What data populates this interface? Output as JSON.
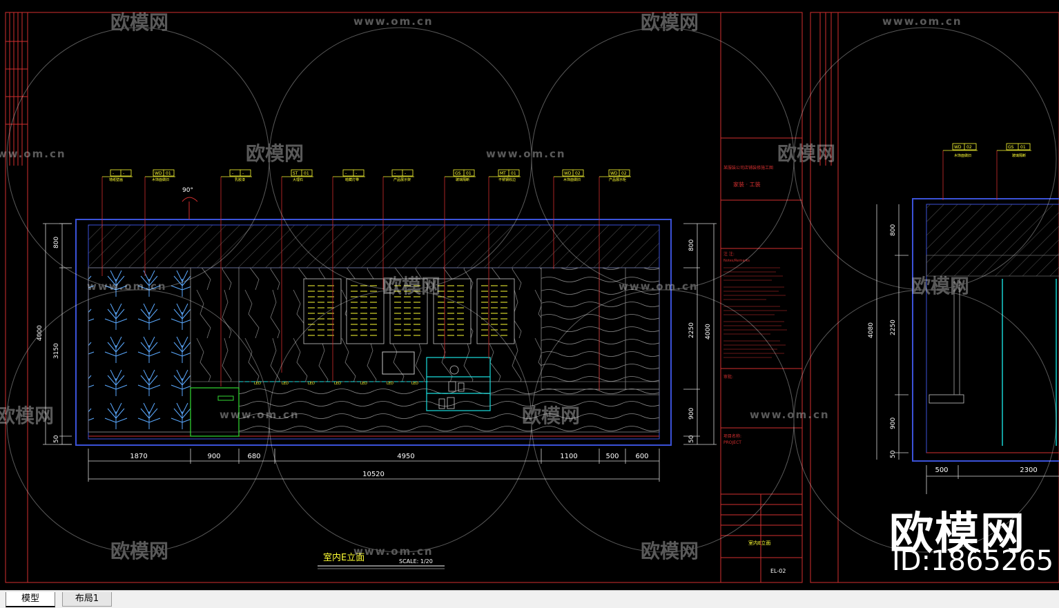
{
  "drawing": {
    "left_elevation": {
      "title": "室内E立面",
      "scale": "SCALE: 1/20",
      "door_swing": "90°",
      "material_tags": [
        {
          "code": "-",
          "num": "-",
          "label": "墙纸壁画"
        },
        {
          "code": "WD",
          "num": "01",
          "label": "木饰面做旧"
        },
        {
          "code": "-",
          "num": "-",
          "label": "乳胶漆"
        },
        {
          "code": "ST",
          "num": "01",
          "label": "大理石"
        },
        {
          "code": "-",
          "num": "-",
          "label": "暗藏灯带"
        },
        {
          "code": "-",
          "num": "-",
          "label": "产品展示架"
        },
        {
          "code": "GS",
          "num": "01",
          "label": "玻璃隔断"
        },
        {
          "code": "MT",
          "num": "01",
          "label": "不锈钢收边"
        },
        {
          "code": "WD",
          "num": "02",
          "label": "木饰面做旧"
        },
        {
          "code": "WD",
          "num": "02",
          "label": "产品展示柜"
        }
      ],
      "dims_left": [
        "800",
        "3150",
        "4000",
        "50"
      ],
      "dims_right": [
        "800",
        "2250",
        "4000",
        "900",
        "50"
      ],
      "dims_bottom": [
        "1870",
        "900",
        "680",
        "4950",
        "1100",
        "500",
        "600"
      ],
      "dim_total": "10520",
      "led_label": "LED"
    },
    "title_block": {
      "project_name": "某服装公司店铺装修施工图",
      "subtitle": "家装 · 工装",
      "notes_heading": "注 注:",
      "notes_text": "Notes/Remarks",
      "approval": "审批:",
      "project_label": "项目名称:",
      "project_en": "PROJECT",
      "sheet_title": "室内E立面",
      "sheet_no": "EL-02"
    },
    "right_elevation": {
      "material_tags": [
        {
          "code": "WD",
          "num": "02",
          "label": "木饰面做旧"
        },
        {
          "code": "GS",
          "num": "01",
          "label": "玻璃隔断"
        }
      ],
      "dims_left": [
        "800",
        "2250",
        "4080",
        "900",
        "50"
      ],
      "dims_bottom": [
        "500",
        "2300"
      ]
    }
  },
  "watermarks": {
    "brand": "欧模网",
    "url": "www.om.cn",
    "big": "欧模网",
    "id": "ID:1865265"
  },
  "tabs": [
    {
      "label": "模型",
      "active": true
    },
    {
      "label": "布局1",
      "active": false
    }
  ],
  "colors": {
    "background": "#000000",
    "frame": "#d32f2f",
    "blue": "#3b52d9",
    "yellow": "#ffff33",
    "cyan": "#19e0e0",
    "white": "#ffffff"
  }
}
